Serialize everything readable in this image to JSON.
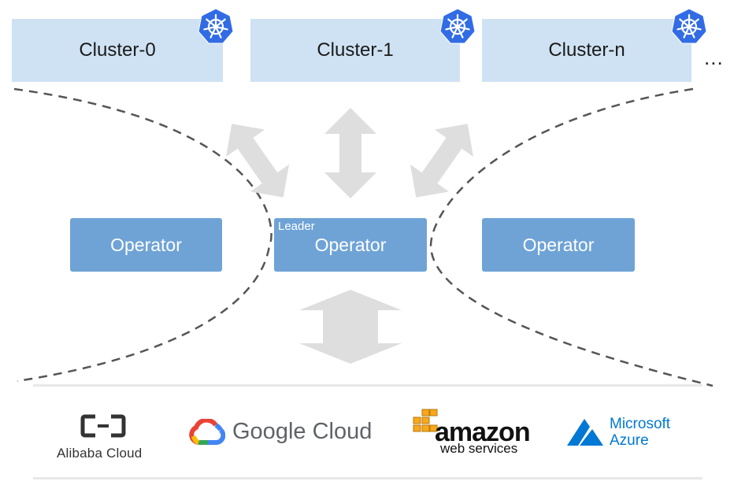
{
  "clusters": [
    {
      "label": "Cluster-0"
    },
    {
      "label": "Cluster-1"
    },
    {
      "label": "Cluster-n"
    }
  ],
  "more_indicator": "...",
  "operators": [
    {
      "label": "Operator"
    },
    {
      "label": "Operator",
      "tag": "Leader"
    },
    {
      "label": "Operator"
    }
  ],
  "providers": {
    "alibaba": {
      "name": "Alibaba Cloud"
    },
    "google": {
      "name": "Google Cloud"
    },
    "amazon": {
      "name": "amazon",
      "sub": "web services"
    },
    "azure": {
      "line1": "Microsoft",
      "line2": "Azure"
    }
  },
  "icons": {
    "cluster_badge": "kubernetes-icon"
  },
  "colors": {
    "cluster_fill": "#cfe2f3",
    "operator_fill": "#6fa3d6",
    "arrow": "#dedede",
    "k8s_blue": "#326ce5",
    "dash": "#555555"
  }
}
